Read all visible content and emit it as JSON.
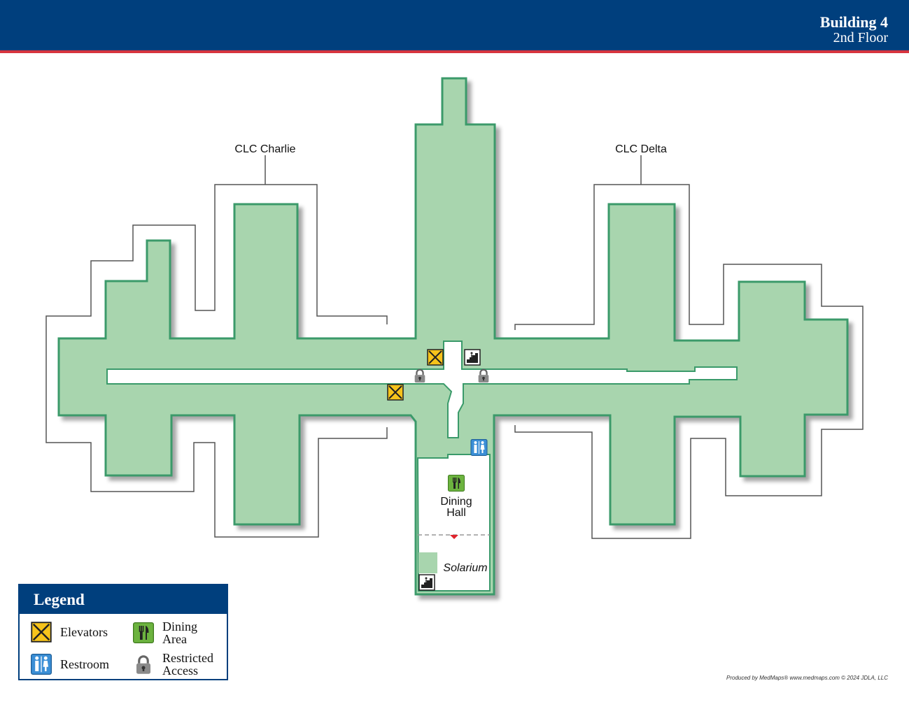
{
  "header": {
    "building": "Building 4",
    "floor": "2nd Floor",
    "colors": {
      "band": "#003f7d",
      "accent": "#d7343f"
    }
  },
  "map": {
    "wing_labels": [
      "CLC Charlie",
      "CLC Delta"
    ],
    "rooms": {
      "dining": "Dining",
      "hall": "Hall",
      "solarium": "Solarium"
    },
    "colors": {
      "floor": "#a8d5ae",
      "outline": "#3a9a6a",
      "corridor": "#ffffff",
      "boundary": "#555555"
    },
    "icons": [
      "elevator-icon",
      "elevator-icon",
      "stairs-icon",
      "stairs-icon",
      "lock-icon",
      "lock-icon",
      "restroom-icon",
      "dining-icon"
    ]
  },
  "legend": {
    "title": "Legend",
    "items": [
      {
        "icon": "elevator-icon",
        "label": "Elevators"
      },
      {
        "icon": "dining-icon",
        "label_line1": "Dining",
        "label_line2": "Area"
      },
      {
        "icon": "restroom-icon",
        "label": "Restroom"
      },
      {
        "icon": "lock-icon",
        "label_line1": "Restricted",
        "label_line2": "Access"
      }
    ]
  },
  "credit": "Produced by MedMaps®  www.medmaps.com   © 2024  JDLA, LLC"
}
